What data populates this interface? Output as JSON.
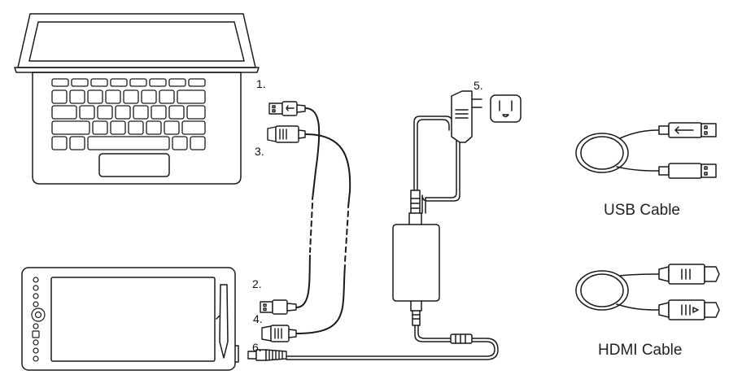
{
  "steps": {
    "s1": "1.",
    "s2": "2.",
    "s3": "3.",
    "s4": "4.",
    "s5": "5.",
    "s6": "6."
  },
  "captions": {
    "usb": "USB Cable",
    "hdmi": "HDMI Cable"
  },
  "colors": {
    "stroke": "#1a1a1a",
    "background": "#ffffff"
  },
  "icons": {
    "laptop": "laptop-icon",
    "tablet": "pen-display-tablet-icon",
    "adapter": "power-adapter-icon",
    "outlet": "power-outlet-icon",
    "usb": "usb-connector-icon",
    "hdmi": "hdmi-connector-icon"
  }
}
